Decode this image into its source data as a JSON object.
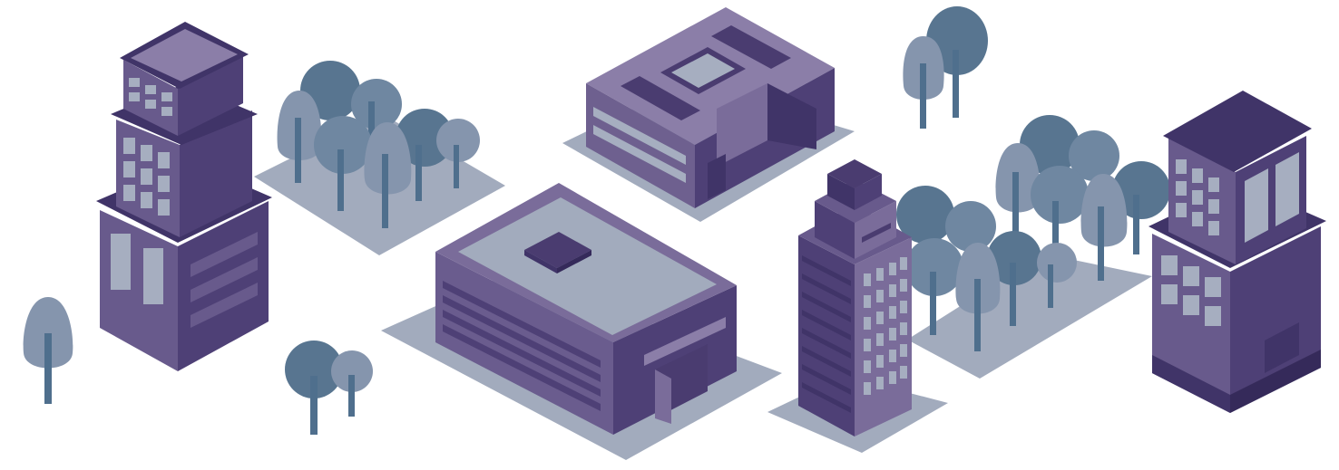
{
  "palette": {
    "background": "#ffffff",
    "ground": "#a2abbd",
    "roof_dark": "#403468",
    "roof_mid": "#4a3c70",
    "wall_dark": "#4e4076",
    "wall_mid": "#685a8c",
    "wall_light": "#7a6c9a",
    "roof_top": "#8b7ea8",
    "window": "#a6aec0",
    "tree_dark": "#587590",
    "tree_mid": "#6f87a1",
    "tree_light": "#8595ad",
    "trunk": "#4f6f8d"
  },
  "scene": {
    "buildings": [
      {
        "name": "left-tower"
      },
      {
        "name": "top-office"
      },
      {
        "name": "center-warehouse"
      },
      {
        "name": "center-skyscraper"
      },
      {
        "name": "right-tower"
      }
    ],
    "tree_groups": [
      {
        "name": "left-grove"
      },
      {
        "name": "top-pair"
      },
      {
        "name": "right-grove"
      },
      {
        "name": "lone-tree"
      },
      {
        "name": "small-pair"
      }
    ]
  }
}
